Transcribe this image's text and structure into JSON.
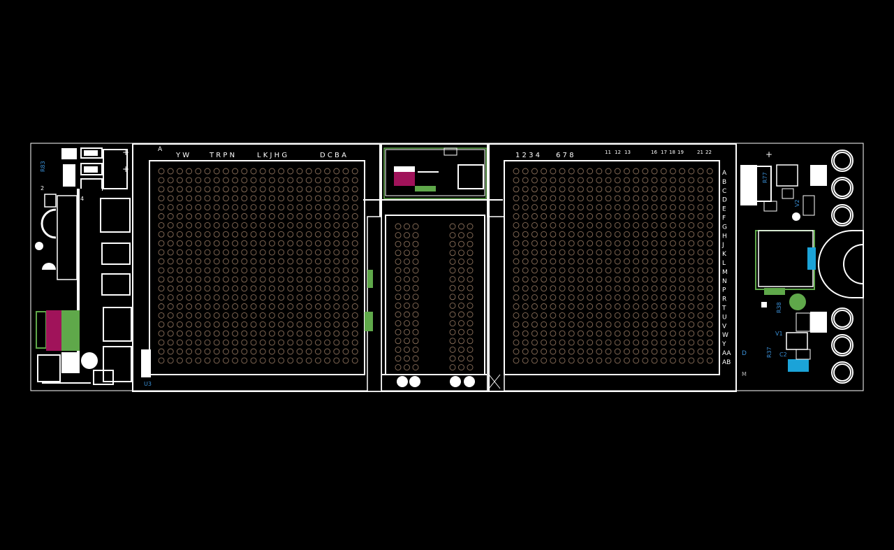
{
  "colors": {
    "background": "#000000",
    "outline": "#ffffff",
    "pad_ring": "#8a6f5a",
    "copper_green": "#5fa84a",
    "marker_magenta": "#a0135a",
    "marker_blue": "#1ba3d8",
    "refdes": "#3a8fd6"
  },
  "left_bga": {
    "top_labels": [
      "A",
      "Y W",
      "T R P N",
      "L K J H G",
      "D C B A"
    ],
    "grid": {
      "cols": 22,
      "rows": 22
    }
  },
  "center_module": {
    "header_cols": 2,
    "header_rows": 17
  },
  "right_bga": {
    "top_labels": [
      "1 2 3 4",
      "6 7 8",
      "11",
      "12",
      "13",
      "16",
      "17",
      "18",
      "19",
      "21",
      "22"
    ],
    "side_labels": [
      "A",
      "B",
      "C",
      "D",
      "E",
      "F",
      "G",
      "H",
      "J",
      "K",
      "L",
      "M",
      "N",
      "P",
      "R",
      "T",
      "U",
      "V",
      "W",
      "Y",
      "AA",
      "AB"
    ],
    "grid": {
      "cols": 22,
      "rows": 22
    }
  },
  "refdes": {
    "left": [
      "R83",
      "2",
      "4",
      "U3"
    ],
    "right": [
      "R77",
      "V2",
      "R38",
      "V1",
      "R37",
      "C2",
      "D",
      "M"
    ]
  },
  "icons": [
    "plus-sign-icon",
    "mounting-hole-icon",
    "fiducial-icon"
  ]
}
